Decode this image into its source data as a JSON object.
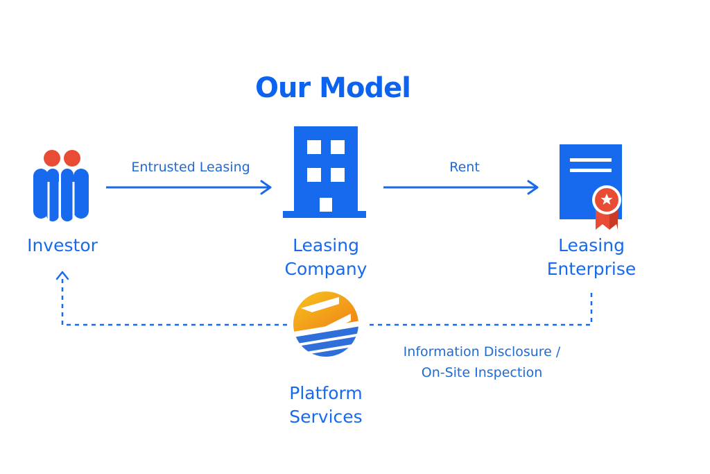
{
  "title": "Our Model",
  "nodes": {
    "investor": {
      "label": "Investor",
      "icon": "investor-group-icon"
    },
    "leasing_company": {
      "label": "Leasing\nCompany",
      "icon": "office-building-icon"
    },
    "leasing_enterprise": {
      "label": "Leasing\nEnterprise",
      "icon": "certificate-document-icon"
    },
    "platform": {
      "label": "Platform\nServices",
      "icon": "zh-platform-logo-icon"
    }
  },
  "edges": {
    "entrusted_leasing": "Entrusted Leasing",
    "rent": "Rent",
    "disclosure": "Information Disclosure /\nOn-Site Inspection"
  },
  "colors": {
    "primary_blue": "#1769ee",
    "accent_red": "#e94c34",
    "logo_orange": "#f39a1c",
    "logo_yellow": "#f7c51e"
  }
}
